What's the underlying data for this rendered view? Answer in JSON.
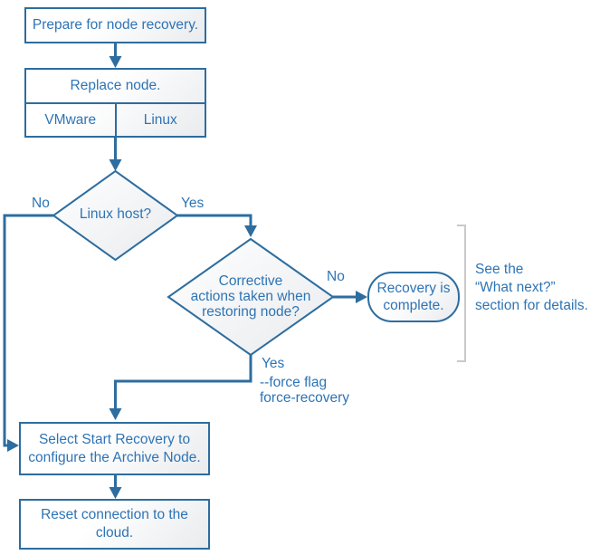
{
  "colors": {
    "line": "#2d6d9f",
    "text": "#2e74b5",
    "bracket": "#c9c9c9",
    "fill_start": "#ffffff",
    "fill_end": "#e9ebee"
  },
  "nodes": {
    "prepare": {
      "label": "Prepare for node recovery."
    },
    "replace": {
      "label": "Replace node.",
      "options": [
        {
          "label": "VMware"
        },
        {
          "label": "Linux"
        }
      ]
    },
    "linux_host": {
      "label": "Linux host?",
      "no_label": "No",
      "yes_label": "Yes"
    },
    "corrective": {
      "lines": [
        "Corrective",
        "actions taken when",
        "restoring node?"
      ],
      "no_label": "No",
      "yes_label": "Yes",
      "yes_annotation_lines": [
        "--force flag",
        "force-recovery"
      ]
    },
    "recovery_complete": {
      "lines": [
        "Recovery is",
        "complete."
      ]
    },
    "note": {
      "lines": [
        "See the",
        "“What next?”",
        "section for details."
      ]
    },
    "select_start": {
      "lines": [
        "Select Start Recovery to",
        "configure the Archive Node."
      ]
    },
    "reset": {
      "lines": [
        "Reset connection to the",
        "cloud."
      ]
    }
  }
}
